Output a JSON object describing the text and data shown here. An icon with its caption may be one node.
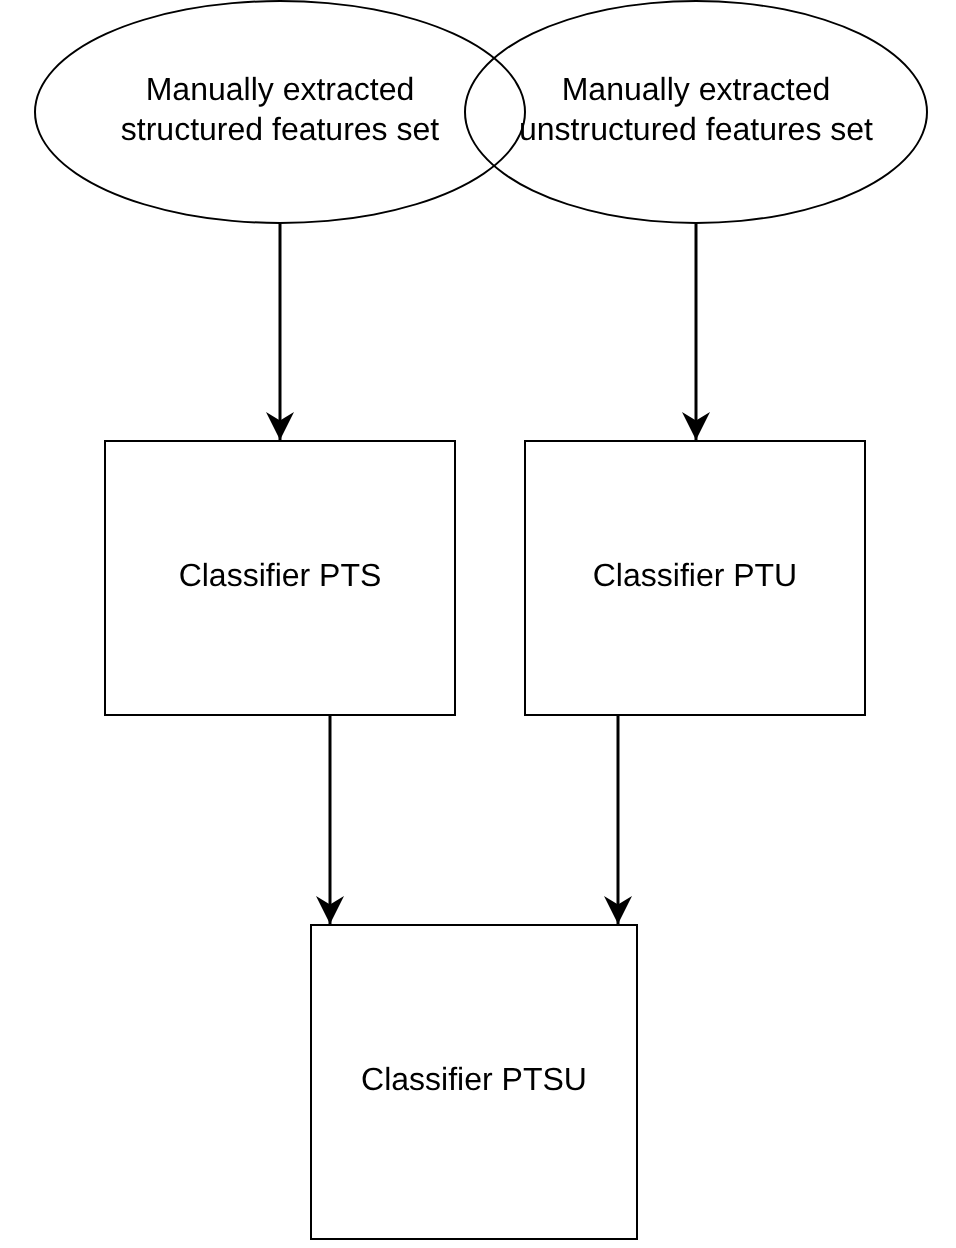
{
  "diagram": {
    "nodes": [
      {
        "text": [
          "Manually extracted structured features set"
        ]
      },
      {
        "text": [
          "Manually extracted unstructured features set"
        ]
      },
      {
        "text": [
          "Classifier PTS"
        ]
      },
      {
        "text": [
          "Classifier PTU"
        ]
      },
      {
        "text": [
          "Classifier PTSU"
        ]
      }
    ],
    "edges": [
      {
        "from": 0,
        "to": 2,
        "arrow": "to"
      },
      {
        "from": 1,
        "to": 3,
        "arrow": "to"
      },
      {
        "from": 2,
        "to": 4,
        "arrow": "to"
      },
      {
        "from": 3,
        "to": 4,
        "arrow": "to"
      }
    ]
  }
}
